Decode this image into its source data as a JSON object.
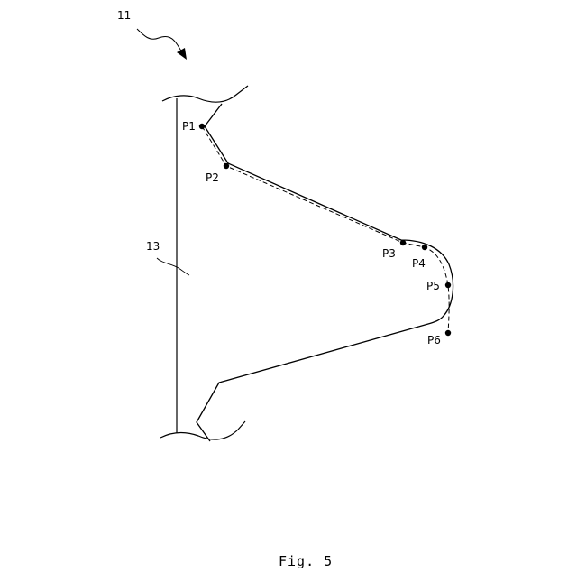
{
  "figure": {
    "ref_main": "11",
    "ref_part": "13",
    "points": [
      {
        "label": "P1"
      },
      {
        "label": "P2"
      },
      {
        "label": "P3"
      },
      {
        "label": "P4"
      },
      {
        "label": "P5"
      },
      {
        "label": "P6"
      }
    ],
    "caption": "Fig. 5"
  }
}
